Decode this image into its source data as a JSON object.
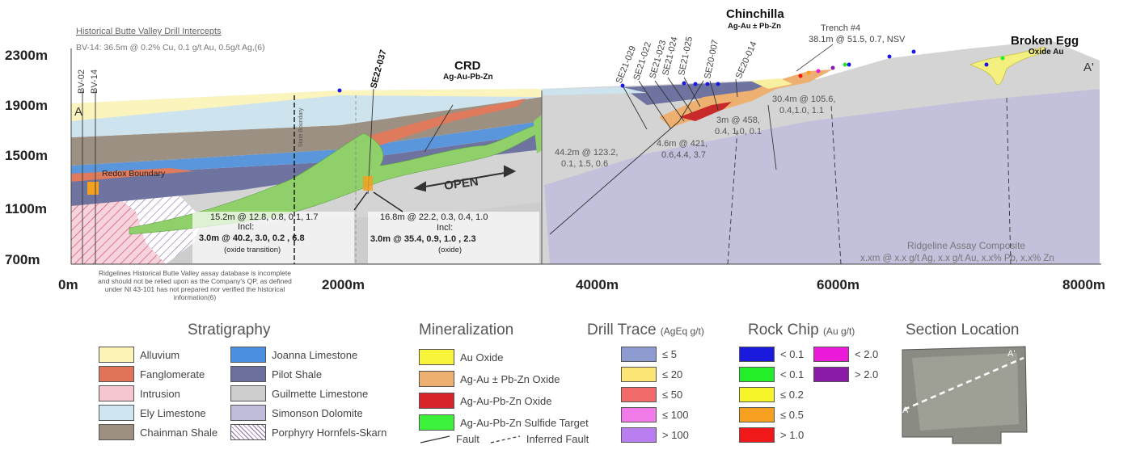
{
  "header": {
    "historical_title": "Historical Butte Valley Drill Intercepts",
    "bv14_intercept": "BV-14: 36.5m @ 0.2% Cu, 0.1 g/t Au, 0.5g/t Ag,(6)"
  },
  "y_axis": [
    "2300m",
    "1900m",
    "1500m",
    "1100m",
    "700m"
  ],
  "x_axis": [
    "0m",
    "2000m",
    "4000m",
    "6000m",
    "8000m"
  ],
  "places": {
    "chinchilla": "Chinchilla",
    "chinchilla_sub": "Ag-Au ± Pb-Zn",
    "broken_egg": "Broken Egg",
    "broken_egg_sub": "Oxide Au",
    "crd": "CRD",
    "crd_sub": "Ag-Au-Pb-Zn",
    "section_a": "A",
    "section_a_prime": "A'",
    "open": "OPEN",
    "redox": "Redox Boundary",
    "state_boundary": "State Boundary"
  },
  "drill_holes": [
    "BV-02",
    "BV-14",
    "SE22-037",
    "SE21-029",
    "SE21-022",
    "SE21-023",
    "SE21-024",
    "SE21-025",
    "SE20-007",
    "SE20-014"
  ],
  "trench": {
    "label": "Trench #4",
    "value": "38.1m @ 51.5, 0.7, NSV"
  },
  "intercepts": {
    "i1_main": "15.2m @ 12.8, 0.8, 0.1, 1.7",
    "i1_incl": "Incl:",
    "i1_bold": "3.0m @ 40.2, 3.0, 0.2 , 6.8",
    "i1_note": "(oxide transition)",
    "i2_main": "16.8m @ 22.2, 0.3, 0.4, 1.0",
    "i2_incl": "Incl:",
    "i2_bold": "3.0m @ 35.4, 0.9, 1.0 , 2.3",
    "i2_note": "(oxide)",
    "i3_a": "44.2m @ 123.2,",
    "i3_b": "0.1, 1.5, 0.6",
    "i4_a": "4.6m @ 421,",
    "i4_b": "0.6,4.4, 3.7",
    "i5_a": "3m @ 458,",
    "i5_b": "0.4, 1.0, 0.1",
    "i6_a": "30.4m @ 105.6,",
    "i6_b": "0.4,1.0, 1.1"
  },
  "composite": {
    "title": "Ridgeline Assay Composite",
    "format": "x.xm @ x.x g/t Ag, x.x g/t Au, x.x% Pb, x.x% Zn"
  },
  "disclaimer": "Ridgelines Historical Butte Valley assay database is incomplete and should not be relied upon as the Company's QP, as defined under NI 43-101 has not prepared nor verified the historical information(6)",
  "legend": {
    "stratigraphy_title": "Stratigraphy",
    "stratigraphy": [
      {
        "label": "Alluvium",
        "color": "#fbf3b8"
      },
      {
        "label": "Fanglomerate",
        "color": "#e0735a"
      },
      {
        "label": "Intrusion",
        "color": "#f6c6d1"
      },
      {
        "label": "Ely Limestone",
        "color": "#cfe5ef"
      },
      {
        "label": "Chainman Shale",
        "color": "#9e9080"
      },
      {
        "label": "Joanna Limestone",
        "color": "#4a8fe0"
      },
      {
        "label": "Pilot Shale",
        "color": "#6b6f9e"
      },
      {
        "label": "Guilmette Limestone",
        "color": "#cfcfcf"
      },
      {
        "label": "Simonson Dolomite",
        "color": "#bfbcd9"
      },
      {
        "label": "Porphyry Hornfels-Skarn",
        "color": "hatch"
      }
    ],
    "mineralization_title": "Mineralization",
    "mineralization": [
      {
        "label": "Au Oxide",
        "color": "#f8f43a"
      },
      {
        "label": "Ag-Au ± Pb-Zn Oxide",
        "color": "#eeb070"
      },
      {
        "label": "Ag-Au-Pb-Zn Oxide",
        "color": "#d8232a"
      },
      {
        "label": "Ag-Au-Pb-Zn Sulfide Target",
        "color": "#3df03a"
      }
    ],
    "fault": "Fault",
    "inferred_fault": "Inferred Fault",
    "drill_title": "Drill Trace",
    "drill_units": "(AgEq g/t)",
    "drill": [
      {
        "label": "≤ 5",
        "color": "#8e9bd0"
      },
      {
        "label": "≤ 20",
        "color": "#fbe574"
      },
      {
        "label": "≤ 50",
        "color": "#f26a6a"
      },
      {
        "label": "≤ 100",
        "color": "#f07ae8"
      },
      {
        "label": "> 100",
        "color": "#b97ef0"
      }
    ],
    "rock_title": "Rock Chip",
    "rock_units": "(Au g/t)",
    "rock_left": [
      {
        "label": "< 0.1",
        "color": "#1a1adf"
      },
      {
        "label": "< 0.1",
        "color": "#22ee2a"
      },
      {
        "label": "≤ 0.2",
        "color": "#f5f52a"
      },
      {
        "label": "≤ 0.5",
        "color": "#f8a020"
      },
      {
        "label": "> 1.0",
        "color": "#f01818"
      }
    ],
    "rock_right": [
      {
        "label": "< 2.0",
        "color": "#ea1ad8"
      },
      {
        "label": "> 2.0",
        "color": "#8a1aa8"
      }
    ],
    "location_title": "Section Location",
    "location_a": "A",
    "location_a_prime": "A'"
  }
}
